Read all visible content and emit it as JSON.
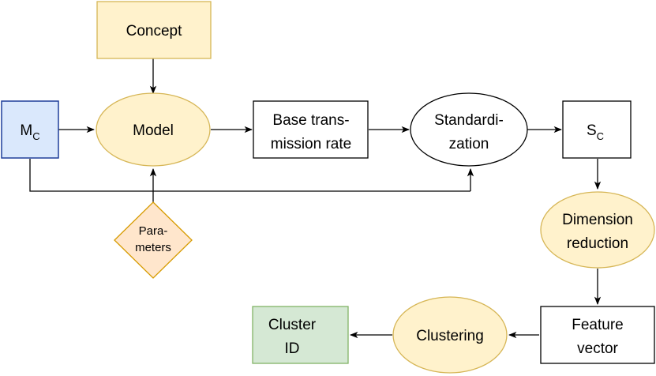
{
  "nodes": {
    "concept": {
      "label": "Concept",
      "shape": "rectangle",
      "fill": "#fff2cc",
      "stroke": "#d6b656"
    },
    "mc": {
      "label": "M",
      "subscript": "C",
      "shape": "rectangle",
      "fill": "#dae8fc",
      "stroke": "#1f3f9a"
    },
    "model": {
      "label": "Model",
      "shape": "ellipse",
      "fill": "#fff2cc",
      "stroke": "#d6b656"
    },
    "base_rate": {
      "label_lines": [
        "Base trans-",
        "mission rate"
      ],
      "shape": "rectangle",
      "fill": "#ffffff",
      "stroke": "#000000"
    },
    "standardization": {
      "label_lines": [
        "Standardi-",
        "zation"
      ],
      "shape": "ellipse",
      "fill": "#ffffff",
      "stroke": "#000000"
    },
    "sc": {
      "label": "S",
      "subscript": "C",
      "shape": "rectangle",
      "fill": "#ffffff",
      "stroke": "#000000"
    },
    "parameters": {
      "label_lines": [
        "Para-",
        "meters"
      ],
      "shape": "diamond",
      "fill": "#ffe6cc",
      "stroke": "#d79b00"
    },
    "dimension_reduction": {
      "label_lines": [
        "Dimension",
        "reduction"
      ],
      "shape": "ellipse",
      "fill": "#fff2cc",
      "stroke": "#d6b656"
    },
    "feature_vector": {
      "label_lines": [
        "Feature",
        "vector"
      ],
      "shape": "rectangle",
      "fill": "#ffffff",
      "stroke": "#000000"
    },
    "clustering": {
      "label": "Clustering",
      "shape": "ellipse",
      "fill": "#fff2cc",
      "stroke": "#d6b656"
    },
    "cluster_id": {
      "label_lines": [
        "Cluster",
        "ID"
      ],
      "shape": "rectangle",
      "fill": "#d5e8d4",
      "stroke": "#82b366"
    }
  },
  "edges": [
    {
      "from": "concept",
      "to": "model"
    },
    {
      "from": "mc",
      "to": "model"
    },
    {
      "from": "model",
      "to": "base_rate"
    },
    {
      "from": "base_rate",
      "to": "standardization"
    },
    {
      "from": "standardization",
      "to": "sc"
    },
    {
      "from": "mc",
      "to": "standardization"
    },
    {
      "from": "parameters",
      "to": "model"
    },
    {
      "from": "parameters",
      "to": "standardization"
    },
    {
      "from": "sc",
      "to": "dimension_reduction"
    },
    {
      "from": "dimension_reduction",
      "to": "feature_vector"
    },
    {
      "from": "feature_vector",
      "to": "clustering"
    },
    {
      "from": "clustering",
      "to": "cluster_id"
    }
  ]
}
